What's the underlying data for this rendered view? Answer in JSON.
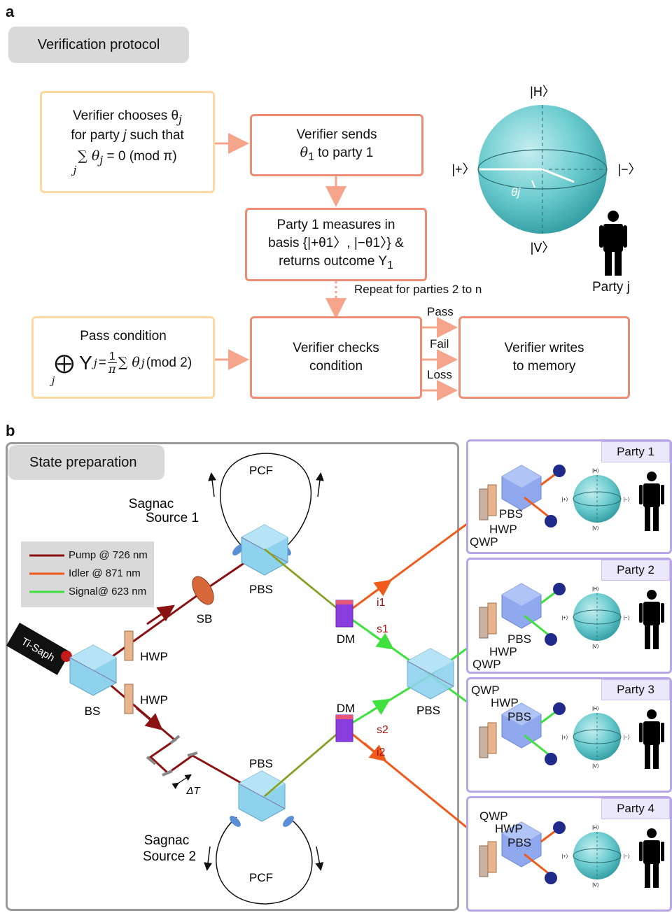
{
  "panel_a": {
    "letter": "a",
    "tag": "Verification protocol",
    "box_choose": {
      "line1": "Verifier chooses θ",
      "sub1": "j",
      "line2a": "for party ",
      "line2b": "j",
      "line2c": " such that",
      "math": "∑ θ",
      "math_sub": "j",
      "math_rest": " = 0   (mod π)",
      "sum_index": "j"
    },
    "box_send": {
      "line1": "Verifier sends",
      "line2": "θ",
      "line2_sub": "1",
      "line2_rest": " to party 1"
    },
    "box_measure": {
      "line1": "Party 1 measures in",
      "line2": "basis {|+θ1〉, |−θ1〉} &",
      "line3": "returns outcome Y",
      "line3_sub": "1"
    },
    "repeat_label": "Repeat for parties 2 to n",
    "box_pass": {
      "line1": "Pass condition",
      "math": "⨁ Y",
      "math_sub": "j",
      "math_mid": " = ",
      "frac_num": "1",
      "frac_den": "π",
      "math_sum": " ∑ θ",
      "math_sum_sub": "j",
      "math_end": "   (mod 2)",
      "index": "j"
    },
    "box_check": {
      "line1": "Verifier checks",
      "line2": "condition"
    },
    "arrow_labels": [
      "Pass",
      "Fail",
      "Loss"
    ],
    "box_write": {
      "line1": "Verifier writes",
      "line2": "to memory"
    },
    "sphere": {
      "top": "|H〉",
      "bottom": "|V〉",
      "left": "|+〉",
      "right": "|−〉",
      "angle": "θj"
    },
    "party_label": "Party j"
  },
  "panel_b": {
    "letter": "b",
    "tag": "State preparation",
    "legend": [
      {
        "label": "Pump @ 726 nm",
        "color": "#8b1212"
      },
      {
        "label": "Idler @ 871 nm",
        "color": "#f05a1a"
      },
      {
        "label": "Signal@ 623 nm",
        "color": "#3fe03f"
      }
    ],
    "source_label": "Ti-Saph",
    "labels": {
      "sagnac1": "Sagnac\nSource 1",
      "sagnac2": "Sagnac\nSource 2",
      "pcf1": "PCF",
      "pcf2": "PCF",
      "pbs_top": "PBS",
      "pbs_bottom": "PBS",
      "pbs_center": "PBS",
      "sb": "SB",
      "hwp1": "HWP",
      "hwp2": "HWP",
      "bs": "BS",
      "delay": "ΔT",
      "dm_top": "DM",
      "dm_bottom": "DM",
      "i1": "i1",
      "s1": "s1",
      "s2": "s2",
      "i2": "i2"
    },
    "parties": [
      {
        "name": "Party 1",
        "qwp": "QWP",
        "hwp": "HWP",
        "pbs": "PBS"
      },
      {
        "name": "Party 2",
        "qwp": "QWP",
        "hwp": "HWP",
        "pbs": "PBS"
      },
      {
        "name": "Party 3",
        "qwp": "QWP",
        "hwp": "HWP",
        "pbs": "PBS"
      },
      {
        "name": "Party 4",
        "qwp": "QWP",
        "hwp": "HWP",
        "pbs": "PBS"
      }
    ],
    "mini_sphere": {
      "top": "|H〉",
      "bottom": "|V〉",
      "left": "|+〉",
      "right": "|−〉"
    }
  }
}
